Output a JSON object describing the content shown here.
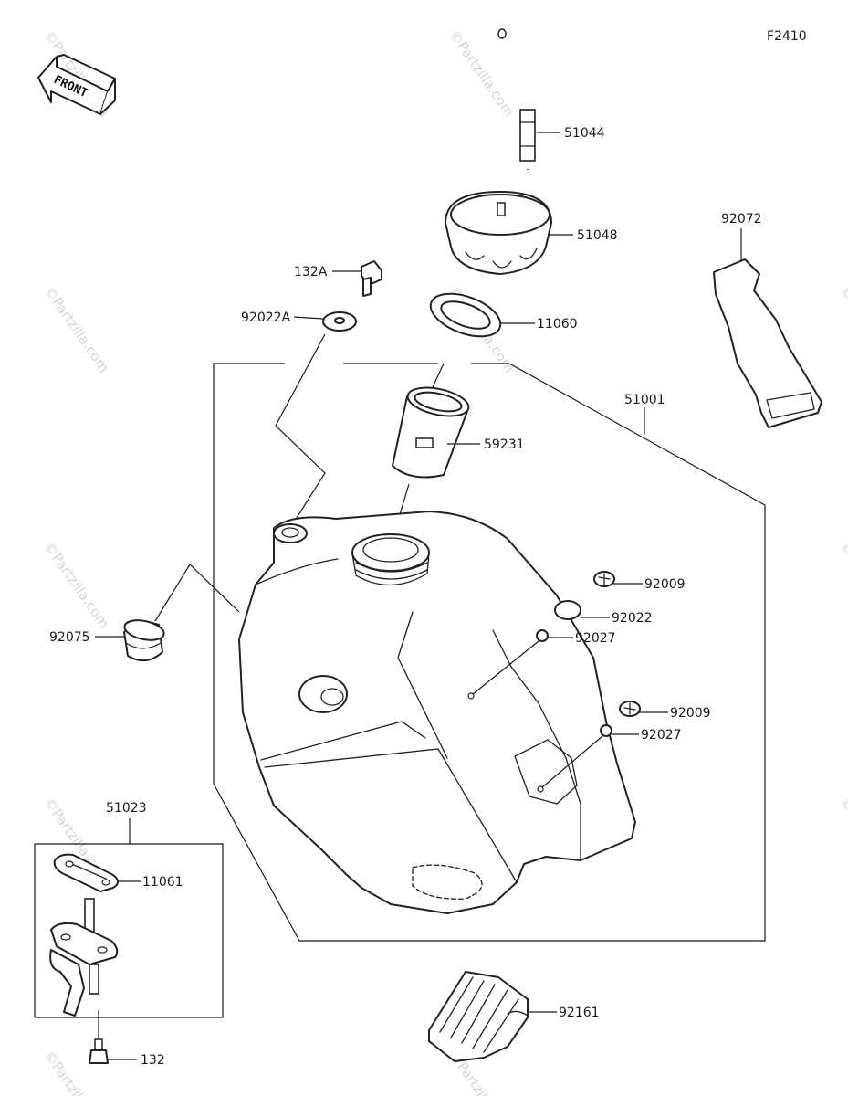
{
  "figure_code": "F2410",
  "front_label": "FRONT",
  "watermark": "©Partzilla.com",
  "parts": {
    "p51044": "51044",
    "p51048": "51048",
    "p92072": "92072",
    "p132A": "132A",
    "p92022A": "92022A",
    "p11060": "11060",
    "p51001": "51001",
    "p59231": "59231",
    "p92009a": "92009",
    "p92022": "92022",
    "p92027a": "92027",
    "p92075": "92075",
    "p92009b": "92009",
    "p92027b": "92027",
    "p51023": "51023",
    "p11061": "11061",
    "p92161": "92161",
    "p132": "132"
  }
}
